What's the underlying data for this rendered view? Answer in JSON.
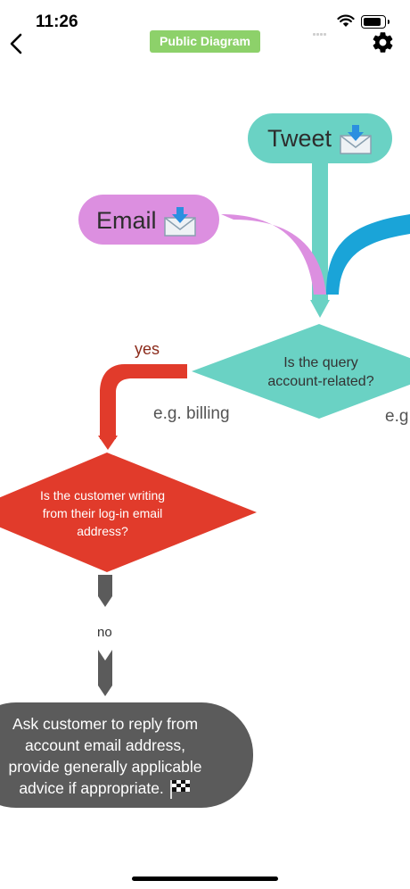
{
  "status_bar": {
    "time": "11:26"
  },
  "nav": {
    "badge": "Public Diagram"
  },
  "diagram": {
    "tweet": "Tweet",
    "email": "Email",
    "question_account": "Is the query account-related?",
    "label_billing": "e.g. billing",
    "label_cut": "e.g",
    "yes": "yes",
    "question_email_l1": "Is the customer writing",
    "question_email_l2": "from their log-in email",
    "question_email_l3": "address?",
    "no": "no",
    "end_l1": "Ask customer to reply from",
    "end_l2": "account email address,",
    "end_l3": "provide generally applicable",
    "end_l4": "advice if appropriate.",
    "q1_l1": "Is the query",
    "q1_l2": "account-related?"
  },
  "colors": {
    "tweet": "#6ad2c4",
    "email": "#dc8fe0",
    "blue": "#1aa4d8",
    "red": "#e13b2b",
    "grey": "#5b5b5b",
    "badge": "#8dd16a"
  },
  "icons": [
    "inbox-envelope-icon",
    "checkered-flag-icon",
    "back-chevron-icon",
    "gear-icon",
    "wifi-icon",
    "battery-icon"
  ]
}
